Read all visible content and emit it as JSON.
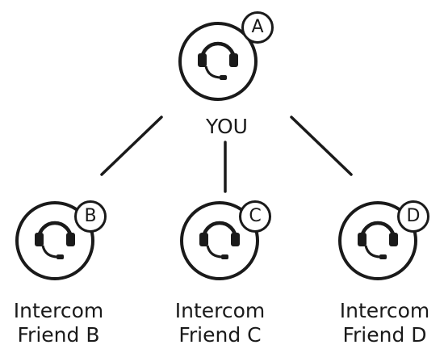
{
  "diagram": {
    "center": {
      "badge": "A",
      "label": "YOU",
      "icon": "headset-icon"
    },
    "friends": [
      {
        "badge": "B",
        "label_line1": "Intercom",
        "label_line2": "Friend B",
        "icon": "headset-icon"
      },
      {
        "badge": "C",
        "label_line1": "Intercom",
        "label_line2": "Friend C",
        "icon": "headset-icon"
      },
      {
        "badge": "D",
        "label_line1": "Intercom",
        "label_line2": "Friend D",
        "icon": "headset-icon"
      }
    ],
    "colors": {
      "stroke": "#1a1a1a",
      "background": "#ffffff"
    }
  }
}
